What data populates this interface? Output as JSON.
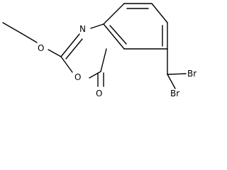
{
  "molecule": {
    "atoms": {
      "n1": "N",
      "o1": "O",
      "o2": "O",
      "o3": "O",
      "br1": "Br",
      "br2": "Br"
    }
  },
  "colors": {
    "bond": "#000000",
    "label": "#000000",
    "background": "#ffffff"
  }
}
